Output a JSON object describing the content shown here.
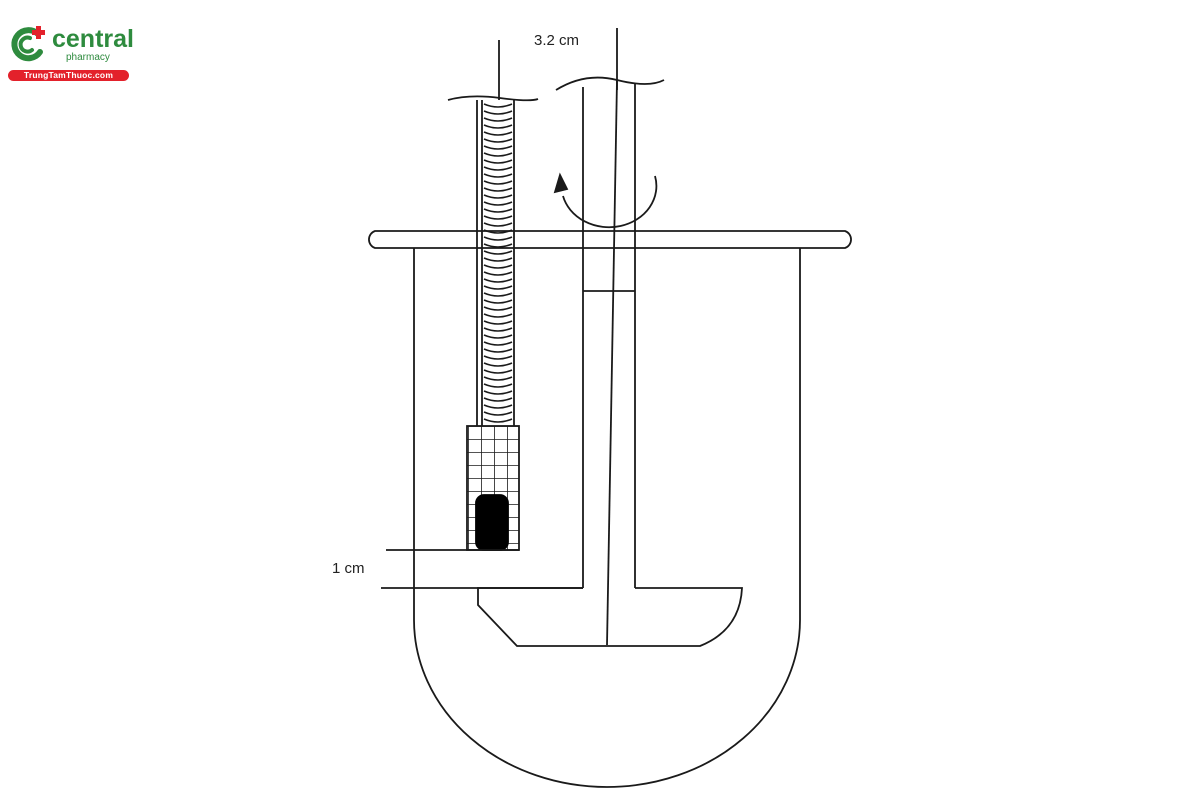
{
  "logo": {
    "brand": "central",
    "sub": "pharmacy",
    "banner": "TrungTamThuoc.com",
    "colors": {
      "green": "#2e8b3e",
      "red": "#e3212b"
    }
  },
  "diagram": {
    "title": "Dissolution apparatus with paddle and sinker basket",
    "labels": {
      "shaft_diameter": "3.2 cm",
      "height_above_paddle": "1 cm"
    },
    "components": [
      "coiled-wire-sinker-rod",
      "mesh-basket-with-tablet",
      "paddle-shaft",
      "rotation-arrow",
      "vessel-cover-flange",
      "round-bottom-vessel",
      "paddle-blade"
    ],
    "line_color": "#1a1a1a"
  }
}
